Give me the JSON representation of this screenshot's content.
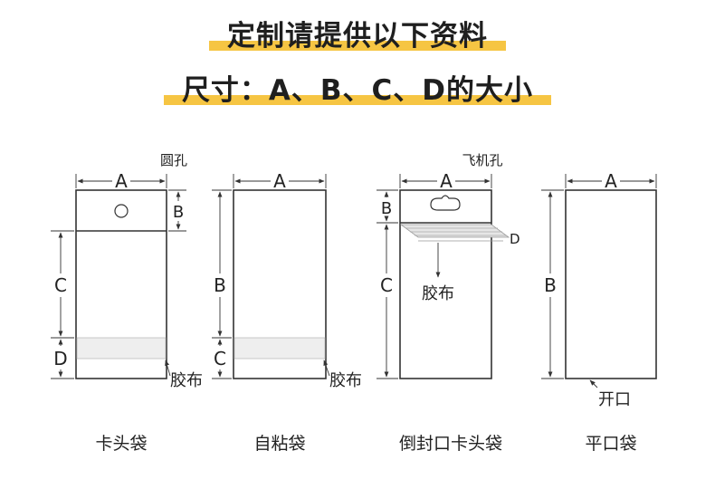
{
  "title_line1": "定制请提供以下资料",
  "title_line2": "尺寸：A、B、C、D的大小",
  "highlight_color": "#f6c543",
  "bags": [
    {
      "caption": "卡头袋",
      "hole_label": "圆孔",
      "dim_a": "A",
      "dim_b": "B",
      "dim_c": "C",
      "dim_d": "D",
      "tape_label": "胶布"
    },
    {
      "caption": "自粘袋",
      "dim_a": "A",
      "dim_b": "B",
      "dim_c": "C",
      "tape_label": "胶布"
    },
    {
      "caption": "倒封口卡头袋",
      "hole_label": "飞机孔",
      "dim_a": "A",
      "dim_b": "B",
      "dim_c": "C",
      "dim_d": "D",
      "tape_label": "胶布"
    },
    {
      "caption": "平口袋",
      "dim_a": "A",
      "dim_b": "B",
      "opening_label": "开口"
    }
  ]
}
